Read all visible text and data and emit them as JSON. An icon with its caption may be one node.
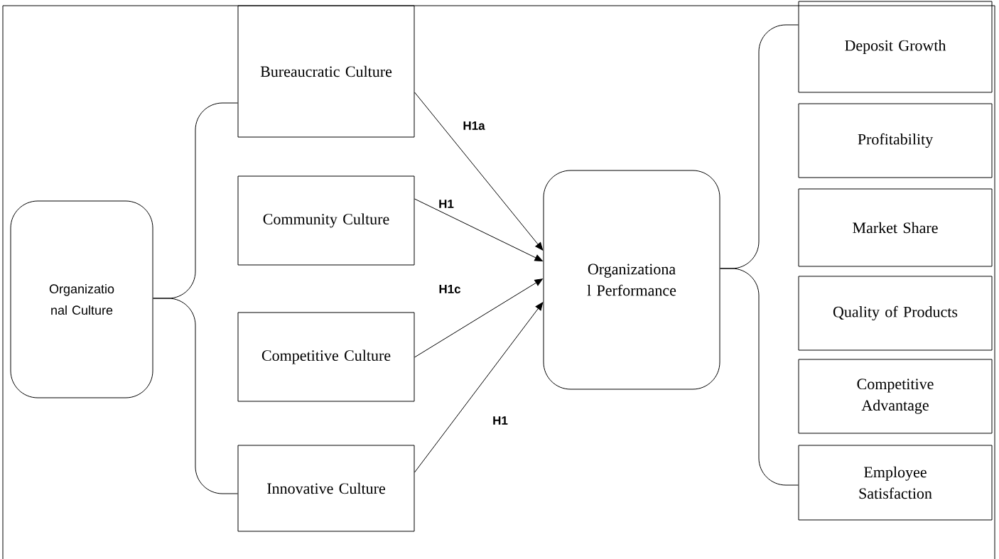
{
  "diagram": {
    "nodes": [
      {
        "text": [
          "Organizatio nal Culture"
        ]
      },
      {
        "text": [
          "Bureaucratic Culture"
        ]
      },
      {
        "text": [
          "Community Culture"
        ]
      },
      {
        "text": [
          "Competitive Culture"
        ]
      },
      {
        "text": [
          "Innovative Culture"
        ]
      },
      {
        "text": [
          "Organizationa l Performance"
        ]
      },
      {
        "text": [
          "Deposit Growth"
        ]
      },
      {
        "text": [
          "Profitability"
        ]
      },
      {
        "text": [
          "Market Share"
        ]
      },
      {
        "text": [
          "Quality of Products"
        ]
      },
      {
        "text": [
          "Competitive Advantage"
        ]
      },
      {
        "text": [
          "Employee Satisfaction"
        ]
      }
    ],
    "edges": [
      {
        "from": 0,
        "to": 1,
        "arrow": "none"
      },
      {
        "from": 0,
        "to": 4,
        "arrow": "none"
      },
      {
        "from": 1,
        "to": 5,
        "arrow": "to",
        "label": "H1a"
      },
      {
        "from": 2,
        "to": 5,
        "arrow": "to",
        "label": "H1"
      },
      {
        "from": 3,
        "to": 5,
        "arrow": "to",
        "label": "H1c"
      },
      {
        "from": 4,
        "to": 5,
        "arrow": "to",
        "label": "H1"
      },
      {
        "from": 5,
        "to": 6,
        "arrow": "none"
      },
      {
        "from": 5,
        "to": 11,
        "arrow": "none"
      }
    ]
  }
}
